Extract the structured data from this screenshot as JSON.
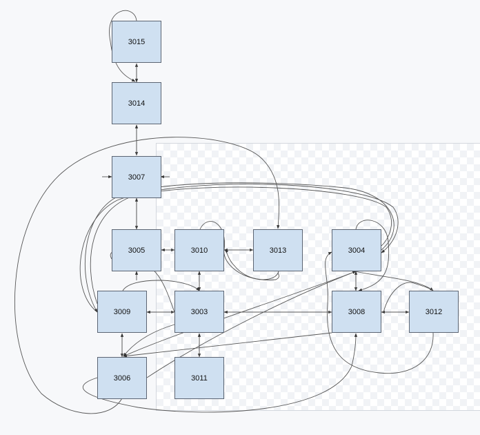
{
  "nodes": {
    "n3015": "3015",
    "n3014": "3014",
    "n3007": "3007",
    "n3005": "3005",
    "n3010": "3010",
    "n3013": "3013",
    "n3004": "3004",
    "n3009": "3009",
    "n3003": "3003",
    "n3008": "3008",
    "n3012": "3012",
    "n3006": "3006",
    "n3011": "3011"
  },
  "colors": {
    "node_fill": "#cfe0f1",
    "node_border": "#5b6472",
    "edge": "#555555",
    "background": "#f7f8fa"
  }
}
